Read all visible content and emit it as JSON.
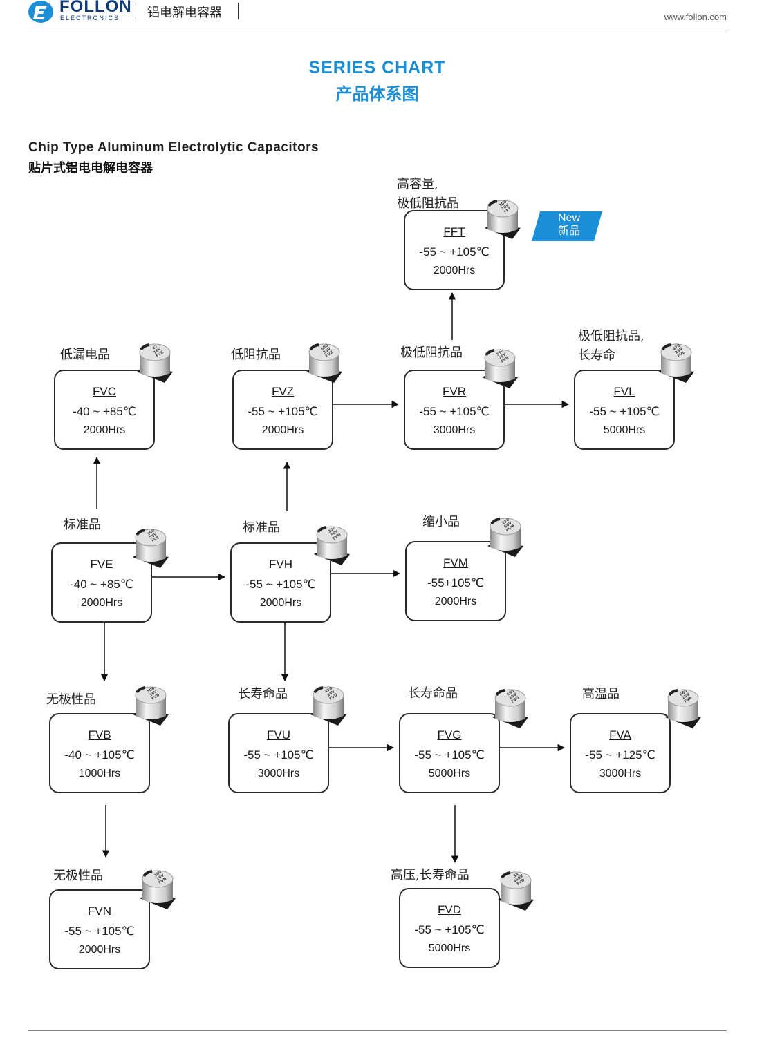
{
  "header": {
    "brand": "FOLLON",
    "brand_sub": "ELECTRONICS",
    "category": "铝电解电容器",
    "url": "www.follon.com"
  },
  "title": {
    "en": "SERIES CHART",
    "cn": "产品体系图"
  },
  "section": {
    "en": "Chip Type Aluminum Electrolytic Capacitors",
    "cn": "贴片式铝电电解电容器"
  },
  "badge": {
    "line1": "New",
    "line2": "新品"
  },
  "series": [
    {
      "code": "FFT",
      "label": [
        "高容量,",
        "极低阻抗品"
      ],
      "temp": "-55 ~ +105℃",
      "life": "2000Hrs",
      "cap_text": [
        "100",
        "10V",
        "FFT"
      ]
    },
    {
      "code": "FVC",
      "label": [
        "低漏电品"
      ],
      "temp": "-40 ~ +85℃",
      "life": "2000Hrs",
      "cap_text": [
        "47",
        "16V",
        "FVC"
      ]
    },
    {
      "code": "FVZ",
      "label": [
        "低阻抗品"
      ],
      "temp": "-55 ~ +105℃",
      "life": "2000Hrs",
      "cap_text": [
        "680",
        "35V",
        "FVZ"
      ]
    },
    {
      "code": "FVR",
      "label": [
        "极低阻抗品"
      ],
      "temp": "-55 ~ +105℃",
      "life": "3000Hrs",
      "cap_text": [
        "330",
        "25V",
        "FVR"
      ]
    },
    {
      "code": "FVL",
      "label": [
        "极低阻抗品,",
        "长寿命"
      ],
      "temp": "-55 ~ +105℃",
      "life": "5000Hrs",
      "cap_text": [
        "470",
        "25V",
        "FVL"
      ]
    },
    {
      "code": "FVE",
      "label": [
        "标准品"
      ],
      "temp": "-40 ~ +85℃",
      "life": "2000Hrs",
      "cap_text": [
        "100",
        "25V",
        "FVE"
      ]
    },
    {
      "code": "FVH",
      "label": [
        "标准品"
      ],
      "temp": "-55 ~ +105℃",
      "life": "2000Hrs",
      "cap_text": [
        "220",
        "50V",
        "FVH"
      ]
    },
    {
      "code": "FVM",
      "label": [
        "缩小品"
      ],
      "temp": "-55+105℃",
      "life": "2000Hrs",
      "cap_text": [
        "220",
        "50V",
        "FVM"
      ]
    },
    {
      "code": "FVB",
      "label": [
        "无极性品"
      ],
      "temp": "-40 ~ +105℃",
      "life": "1000Hrs",
      "cap_text": [
        "100",
        "16V",
        "FVB"
      ]
    },
    {
      "code": "FVU",
      "label": [
        "长寿命品"
      ],
      "temp": "-55 ~ +105℃",
      "life": "3000Hrs",
      "cap_text": [
        "470",
        "25V",
        "FVU"
      ]
    },
    {
      "code": "FVG",
      "label": [
        "长寿命品"
      ],
      "temp": "-55 ~ +105℃",
      "life": "5000Hrs",
      "cap_text": [
        "680",
        "25V",
        "FVG"
      ]
    },
    {
      "code": "FVA",
      "label": [
        "高温品"
      ],
      "temp": "-55 ~ +125℃",
      "life": "3000Hrs",
      "cap_text": [
        "680",
        "25V",
        "FVA"
      ]
    },
    {
      "code": "FVN",
      "label": [
        "无极性品"
      ],
      "temp": "-55 ~ +105℃",
      "life": "2000Hrs",
      "cap_text": [
        "100",
        "16V",
        "FVN"
      ]
    },
    {
      "code": "FVD",
      "label": [
        "高压,长寿命品"
      ],
      "temp": "-55 ~ +105℃",
      "life": "5000Hrs",
      "cap_text": [
        "33",
        "450V",
        "FVD"
      ]
    }
  ],
  "links": [
    [
      "FVR",
      "FFT"
    ],
    [
      "FVE",
      "FVC"
    ],
    [
      "FVH",
      "FVZ"
    ],
    [
      "FVZ",
      "FVR"
    ],
    [
      "FVR",
      "FVL"
    ],
    [
      "FVE",
      "FVH"
    ],
    [
      "FVH",
      "FVM"
    ],
    [
      "FVE",
      "FVB"
    ],
    [
      "FVH",
      "FVU"
    ],
    [
      "FVU",
      "FVG"
    ],
    [
      "FVG",
      "FVA"
    ],
    [
      "FVB",
      "FVN"
    ],
    [
      "FVG",
      "FVD"
    ]
  ]
}
